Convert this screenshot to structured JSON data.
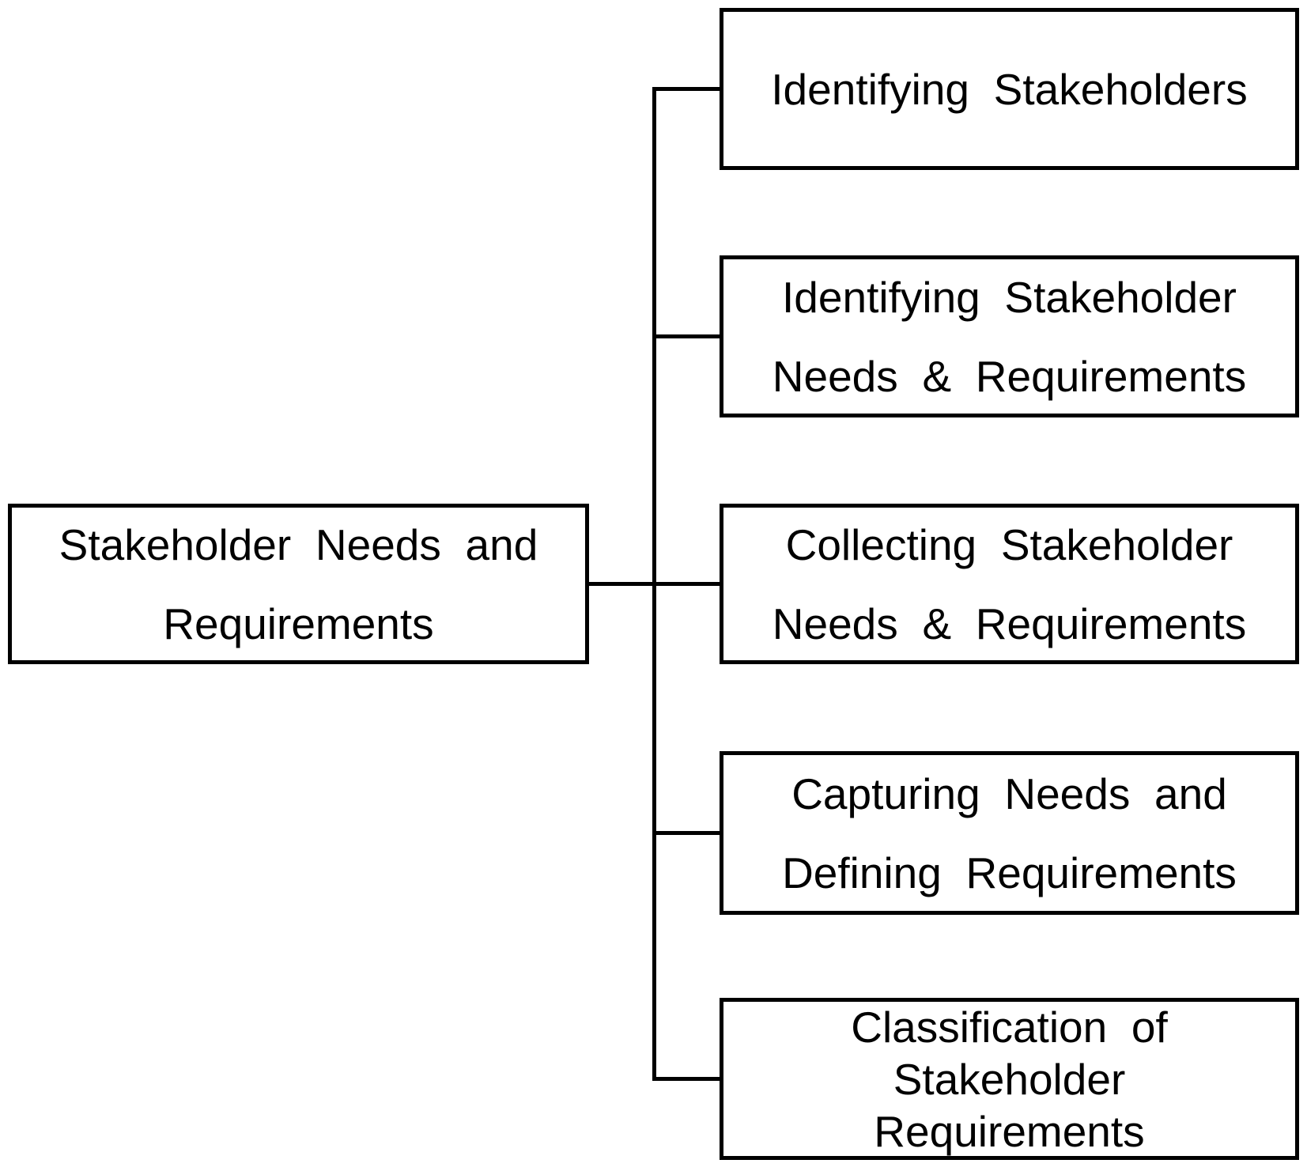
{
  "diagram": {
    "title": "Stakeholder Needs and Requirements hierarchy",
    "colors": {
      "line": "#000000",
      "box_background": "#ffffff",
      "text": "#000000"
    },
    "root": {
      "id": "stakeholder-needs-and-requirements",
      "lines": [
        "Stakeholder Needs and",
        "Requirements"
      ]
    },
    "children": [
      {
        "id": "identifying-stakeholders",
        "lines": [
          "Identifying Stakeholders"
        ]
      },
      {
        "id": "identifying-stakeholder-needs-requirements",
        "lines": [
          "Identifying Stakeholder",
          "Needs & Requirements"
        ]
      },
      {
        "id": "collecting-stakeholder-needs-requirements",
        "lines": [
          "Collecting Stakeholder",
          "Needs & Requirements"
        ]
      },
      {
        "id": "capturing-needs-defining-requirements",
        "lines": [
          "Capturing Needs and",
          "Defining Requirements"
        ]
      },
      {
        "id": "classification-of-stakeholder-requirements",
        "lines": [
          "Classification of",
          "Stakeholder",
          "Requirements"
        ]
      }
    ]
  }
}
